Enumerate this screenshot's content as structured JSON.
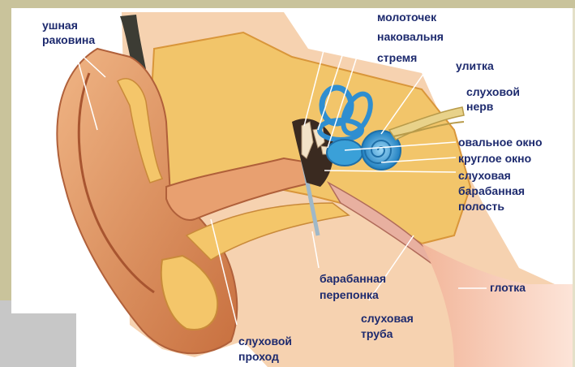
{
  "labels": {
    "ushnaya": "ушная",
    "rakovina": "раковина",
    "molotochek": "молоточек",
    "nakovalnya": "наковальня",
    "stremya": "стремя",
    "ulitka": "улитка",
    "sluhovoy_nerv_1": "слуховой",
    "sluhovoy_nerv_2": "нерв",
    "ovalnoe_okno": "овальное окно",
    "krugloe_okno": "круглое окно",
    "polost_1": "слуховая",
    "polost_2": "барабанная",
    "polost_3": "полость",
    "pereponka_1": "барабанная",
    "pereponka_2": "перепонка",
    "glotka": "глотка",
    "truba_1": "слуховая",
    "truba_2": "труба",
    "prohod_1": "слуховой",
    "prohod_2": "проход"
  },
  "colors": {
    "label": "#1d2a6e",
    "skin": "#e8a070",
    "bone": "#f2c56a",
    "cochlea": "#3aa0d8",
    "leader": "#ffffff"
  }
}
